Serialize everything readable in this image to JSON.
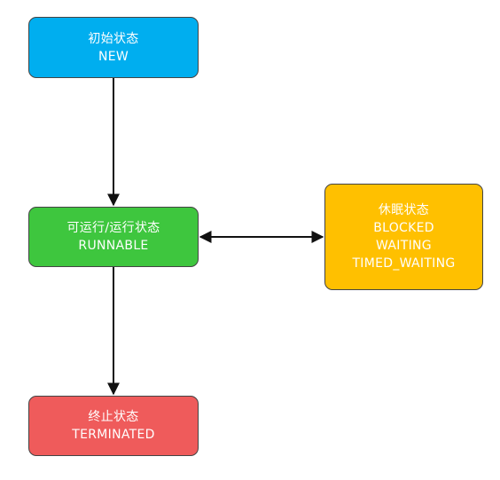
{
  "nodes": {
    "new": {
      "lines": [
        "初始状态",
        "NEW"
      ],
      "color": "#00aeef"
    },
    "runnable": {
      "lines": [
        "可运行/运行状态",
        "RUNNABLE"
      ],
      "color": "#3ec63e"
    },
    "sleep": {
      "lines": [
        "休眠状态",
        "BLOCKED",
        "WAITING",
        "TIMED_WAITING"
      ],
      "color": "#ffc000"
    },
    "terminated": {
      "lines": [
        "终止状态",
        "TERMINATED"
      ],
      "color": "#ef5b5b"
    }
  },
  "edges": [
    {
      "from": "new",
      "to": "runnable",
      "direction": "forward"
    },
    {
      "from": "runnable",
      "to": "terminated",
      "direction": "forward"
    },
    {
      "from": "runnable",
      "to": "sleep",
      "direction": "both"
    }
  ]
}
